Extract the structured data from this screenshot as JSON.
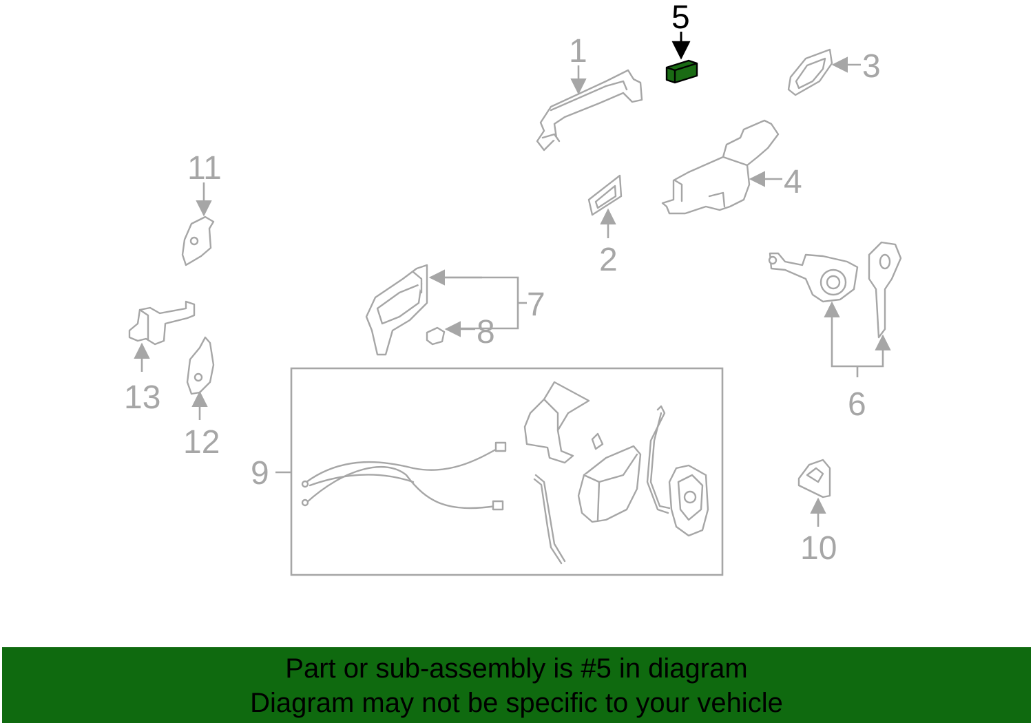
{
  "diagram": {
    "callouts": [
      "1",
      "2",
      "3",
      "4",
      "5",
      "6",
      "7",
      "8",
      "9",
      "10",
      "11",
      "12",
      "13"
    ],
    "highlighted_part": "5",
    "colors": {
      "highlight_fill": "#1a6b14",
      "banner": "#0f6a0f",
      "line": "#a6a6a6"
    }
  },
  "banner": {
    "line1": "Part or sub-assembly is #5 in diagram",
    "line2": "Diagram may not be specific to your vehicle"
  }
}
